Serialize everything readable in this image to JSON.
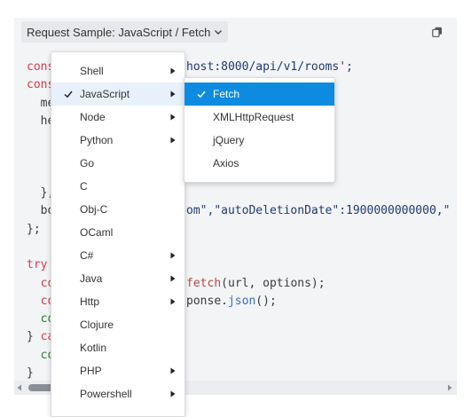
{
  "toolbar": {
    "language_button_label": "Request Sample: JavaScript / Fetch"
  },
  "code_lines": [
    [
      {
        "t": "cons",
        "c": "kw"
      },
      {
        "t": "                 alhost:8000/api/v1/rooms';",
        "c": "str"
      }
    ],
    [
      {
        "t": "cons",
        "c": "kw"
      }
    ],
    [
      {
        "t": "  me",
        "c": ""
      }
    ],
    [
      {
        "t": "  he",
        "c": ""
      }
    ],
    [
      {
        "t": "",
        "c": ""
      }
    ],
    [
      {
        "t": "",
        "c": ""
      }
    ],
    [
      {
        "t": "",
        "c": ""
      }
    ],
    [
      {
        "t": "  },",
        "c": ""
      }
    ],
    [
      {
        "t": "  bo",
        "c": ""
      },
      {
        "t": "                 room\",\"autoDeletionDate\":1900000000000,\"",
        "c": "str"
      }
    ],
    [
      {
        "t": "};",
        "c": ""
      }
    ],
    [
      {
        "t": "",
        "c": ""
      }
    ],
    [
      {
        "t": "try",
        "c": "kw"
      }
    ],
    [
      {
        "t": "  co",
        "c": "kw"
      },
      {
        "t": "                 ",
        "c": ""
      },
      {
        "t": "t ",
        "c": "kw"
      },
      {
        "t": "fetch",
        "c": "fn"
      },
      {
        "t": "(url, options);",
        "c": ""
      }
    ],
    [
      {
        "t": "  co",
        "c": "kw"
      },
      {
        "t": "                 esponse.",
        "c": ""
      },
      {
        "t": "json",
        "c": "method"
      },
      {
        "t": "();",
        "c": ""
      }
    ],
    [
      {
        "t": "  co",
        "c": "prop"
      }
    ],
    [
      {
        "t": "} ",
        "c": ""
      },
      {
        "t": "ca",
        "c": "kw"
      }
    ],
    [
      {
        "t": "  co",
        "c": "prop"
      }
    ],
    [
      {
        "t": "}",
        "c": ""
      }
    ]
  ],
  "language_menu": {
    "items": [
      {
        "label": "Shell",
        "submenu": true
      },
      {
        "label": "JavaScript",
        "submenu": true,
        "checked": true,
        "active": true
      },
      {
        "label": "Node",
        "submenu": true
      },
      {
        "label": "Python",
        "submenu": true
      },
      {
        "label": "Go",
        "submenu": false
      },
      {
        "label": "C",
        "submenu": false
      },
      {
        "label": "Obj-C",
        "submenu": false
      },
      {
        "label": "OCaml",
        "submenu": false
      },
      {
        "label": "C#",
        "submenu": true
      },
      {
        "label": "Java",
        "submenu": true
      },
      {
        "label": "Http",
        "submenu": true
      },
      {
        "label": "Clojure",
        "submenu": false
      },
      {
        "label": "Kotlin",
        "submenu": false
      },
      {
        "label": "PHP",
        "submenu": true
      },
      {
        "label": "Powershell",
        "submenu": true
      }
    ]
  },
  "client_menu": {
    "items": [
      {
        "label": "Fetch",
        "checked": true,
        "selected": true
      },
      {
        "label": "XMLHttpRequest"
      },
      {
        "label": "jQuery"
      },
      {
        "label": "Axios"
      }
    ]
  },
  "colors": {
    "accent": "#0d8be0",
    "keyword": "#d73a49",
    "string": "#1f3a6e"
  }
}
